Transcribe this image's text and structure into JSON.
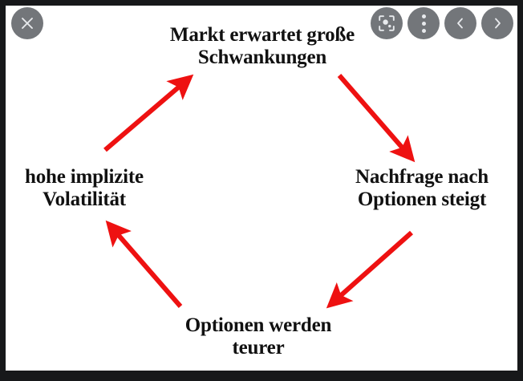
{
  "viewer": {
    "background_color": "#17181a",
    "canvas_color": "#ffffff",
    "controls": [
      {
        "name": "close",
        "label": "Close",
        "icon": "close-icon"
      },
      {
        "name": "lens",
        "label": "Search with Google Lens",
        "icon": "google-lens-icon"
      },
      {
        "name": "more",
        "label": "More options",
        "icon": "more-vertical-icon"
      },
      {
        "name": "prev",
        "label": "Previous image",
        "icon": "chevron-left-icon"
      },
      {
        "name": "next",
        "label": "Next image",
        "icon": "chevron-right-icon"
      }
    ],
    "control_color": "#73767a",
    "control_icon_color": "#e8eaed"
  },
  "diagram": {
    "type": "cycle",
    "direction": "clockwise",
    "arrow_color": "#ee1111",
    "text_color": "#111111",
    "nodes": [
      {
        "id": "top",
        "text": "Markt erwartet große\nSchwankungen"
      },
      {
        "id": "right",
        "text": "Nachfrage nach\nOptionen steigt"
      },
      {
        "id": "bottom",
        "text": "Optionen werden\nteurer"
      },
      {
        "id": "left",
        "text": "hohe implizite\nVolatilität"
      }
    ],
    "edges": [
      {
        "from": "top",
        "to": "right"
      },
      {
        "from": "right",
        "to": "bottom"
      },
      {
        "from": "bottom",
        "to": "left"
      },
      {
        "from": "left",
        "to": "top"
      }
    ]
  }
}
